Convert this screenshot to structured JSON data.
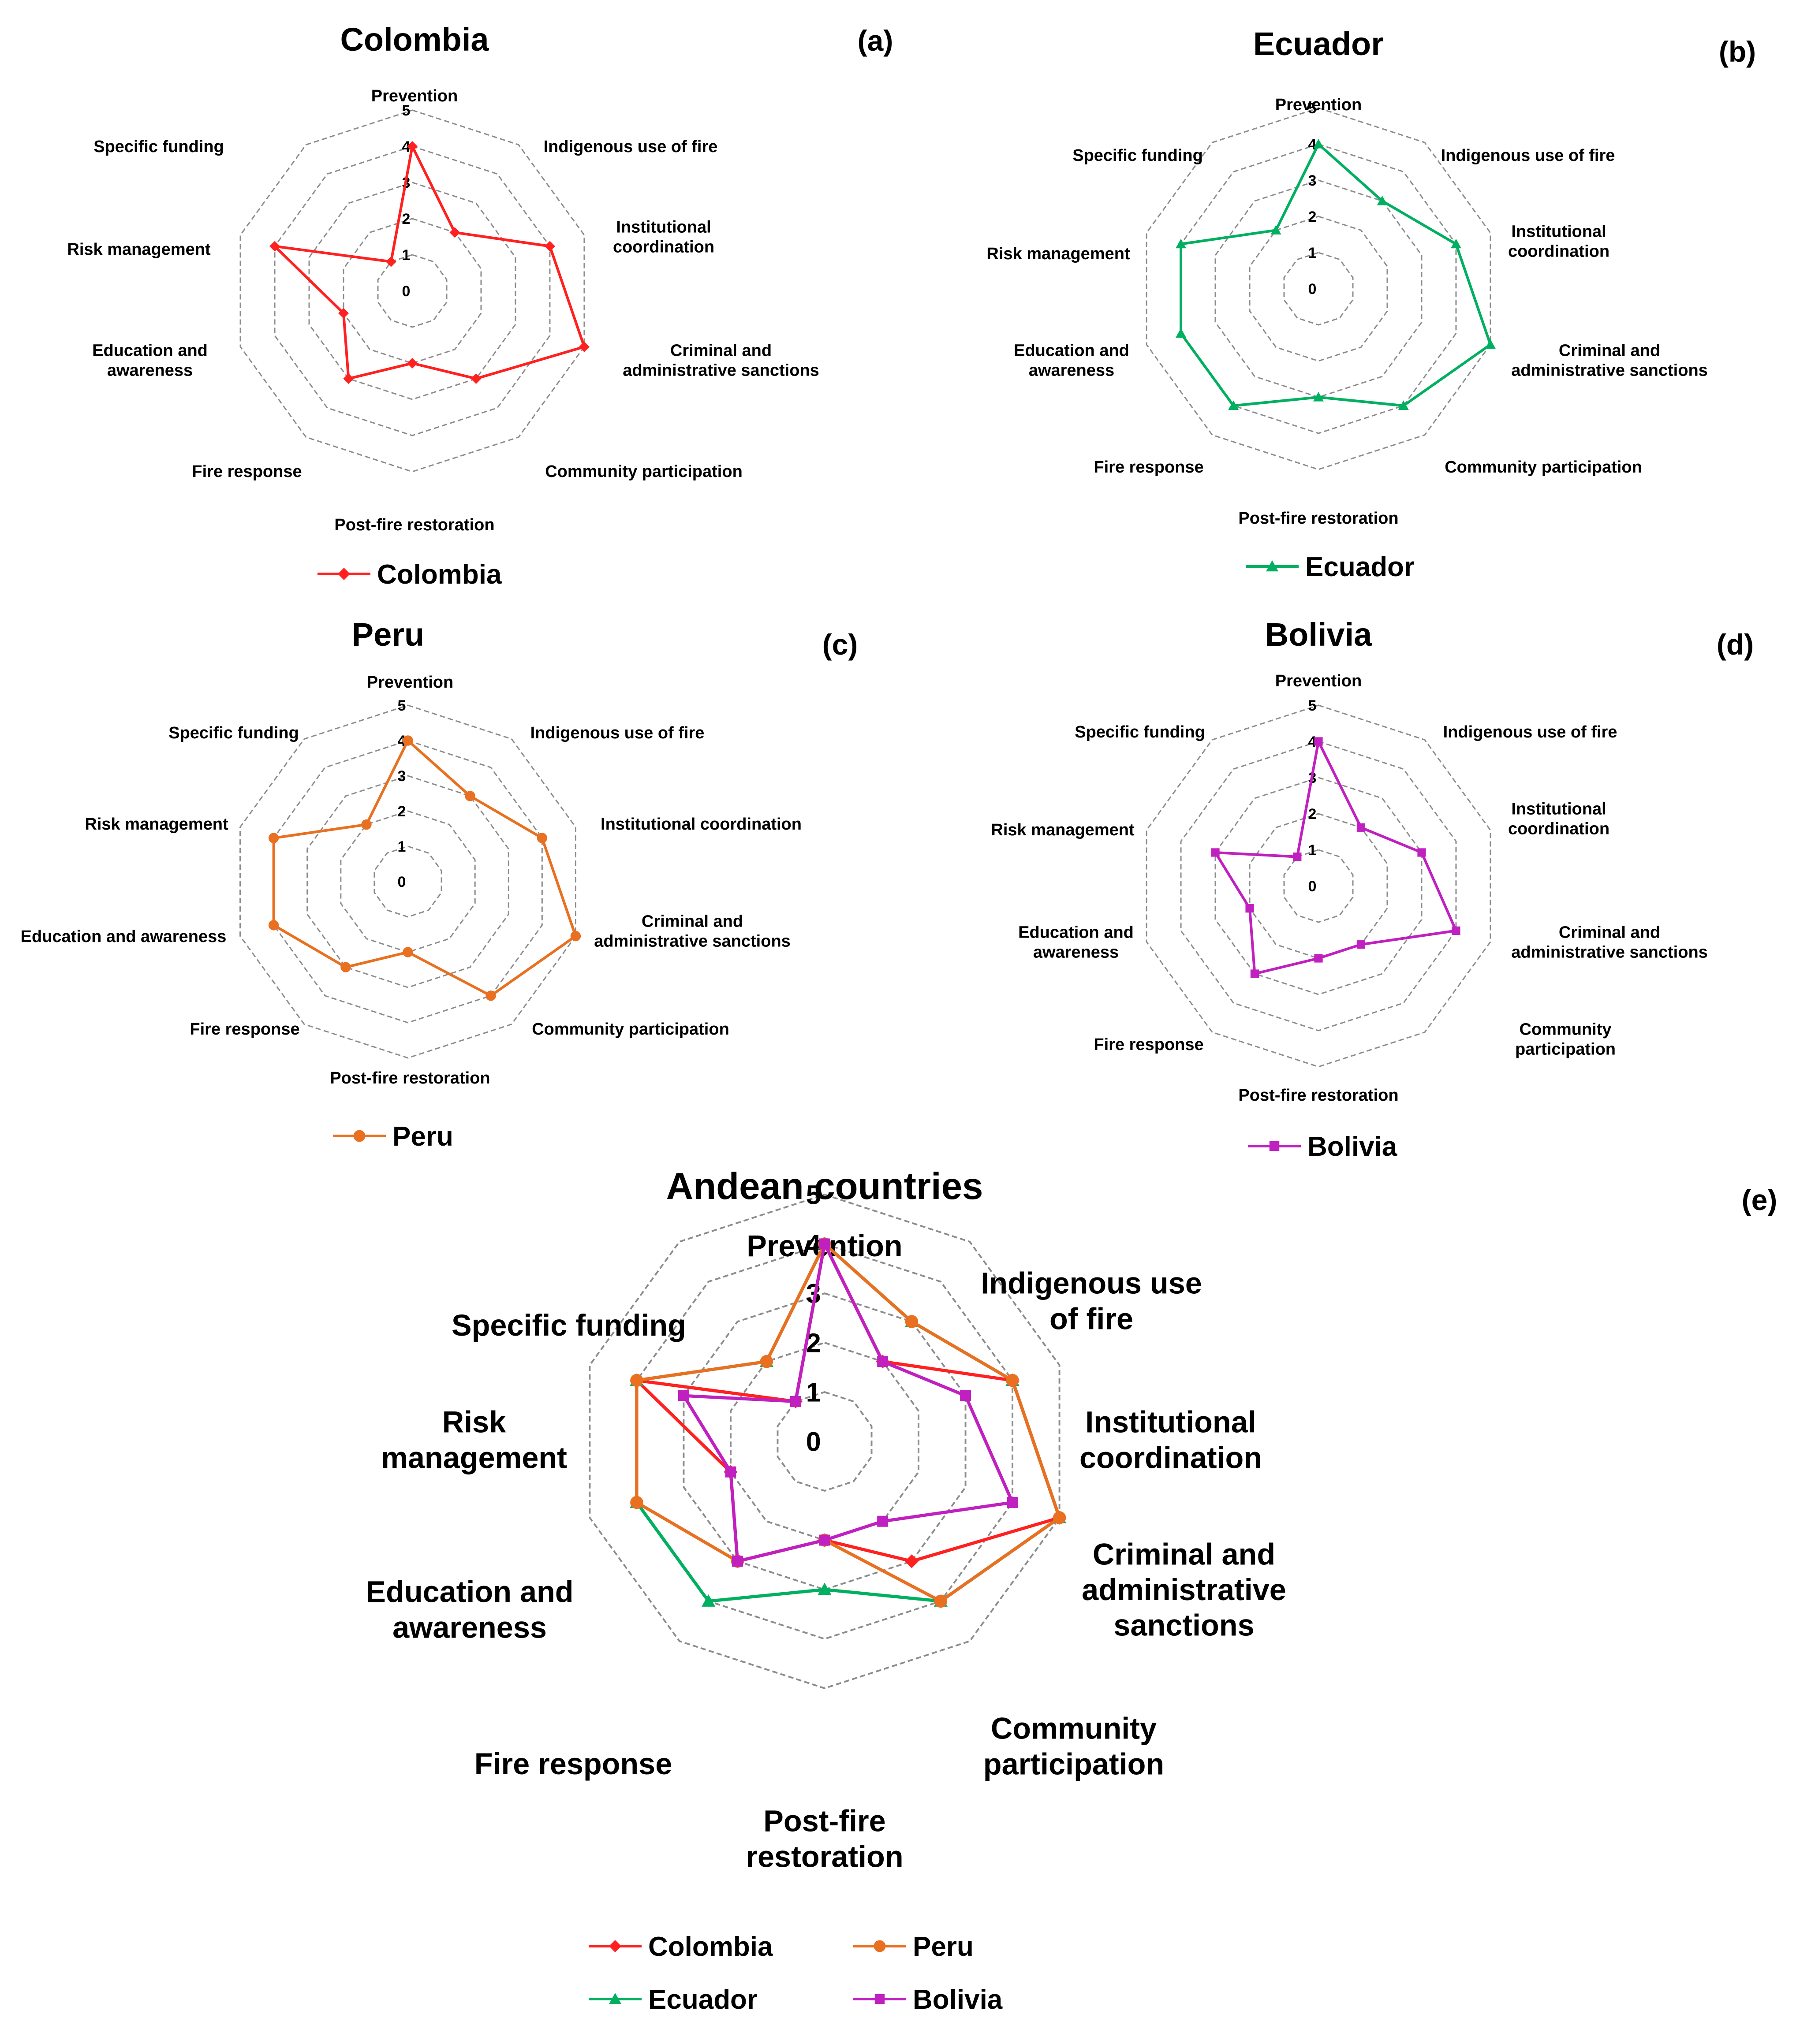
{
  "chart_data": [
    {
      "type": "radar",
      "panel": "(a)",
      "title": "Colombia",
      "axes": [
        "Prevention",
        "Indigenous use of fire",
        "Institutional coordination",
        "Criminal and administrative sanctions",
        "Community participation",
        "Post-fire restoration",
        "Fire response",
        "Education and awareness",
        "Risk management",
        "Specific funding"
      ],
      "rlim": [
        0,
        5
      ],
      "ticks": [
        "0",
        "1",
        "2",
        "3",
        "4",
        "5"
      ],
      "series": [
        {
          "name": "Colombia",
          "color": "#ff2020",
          "marker": "diamond",
          "values": [
            4,
            2,
            4,
            5,
            3,
            2,
            3,
            2,
            4,
            1
          ]
        }
      ],
      "legend": "bottom"
    },
    {
      "type": "radar",
      "panel": "(b)",
      "title": "Ecuador",
      "axes": [
        "Prevention",
        "Indigenous use of fire",
        "Institutional coordination",
        "Criminal and administrative sanctions",
        "Community participation",
        "Post-fire restoration",
        "Fire response",
        "Education and awareness",
        "Risk management",
        "Specific funding"
      ],
      "rlim": [
        0,
        5
      ],
      "ticks": [
        "0",
        "1",
        "2",
        "3",
        "4",
        "5"
      ],
      "series": [
        {
          "name": "Ecuador",
          "color": "#00b060",
          "marker": "triangle",
          "values": [
            4,
            3,
            4,
            5,
            4,
            3,
            4,
            4,
            4,
            2
          ]
        }
      ],
      "legend": "bottom"
    },
    {
      "type": "radar",
      "panel": "(c)",
      "title": "Peru",
      "axes": [
        "Prevention",
        "Indigenous use of fire",
        "Institutional coordination",
        "Criminal and administrative sanctions",
        "Community participation",
        "Post-fire restoration",
        "Fire response",
        "Education and awareness",
        "Risk management",
        "Specific funding"
      ],
      "rlim": [
        0,
        5
      ],
      "ticks": [
        "0",
        "1",
        "2",
        "3",
        "4",
        "5"
      ],
      "series": [
        {
          "name": "Peru",
          "color": "#e87020",
          "marker": "circle",
          "values": [
            4,
            3,
            4,
            5,
            4,
            2,
            3,
            4,
            4,
            2
          ]
        }
      ],
      "legend": "bottom"
    },
    {
      "type": "radar",
      "panel": "(d)",
      "title": "Bolivia",
      "axes": [
        "Prevention",
        "Indigenous use of fire",
        "Institutional coordination",
        "Criminal and administrative sanctions",
        "Community participation",
        "Post-fire restoration",
        "Fire response",
        "Education and awareness",
        "Risk management",
        "Specific funding"
      ],
      "rlim": [
        0,
        5
      ],
      "ticks": [
        "0",
        "1",
        "2",
        "3",
        "4",
        "5"
      ],
      "series": [
        {
          "name": "Bolivia",
          "color": "#c020c0",
          "marker": "square",
          "values": [
            4,
            2,
            3,
            4,
            2,
            2,
            3,
            2,
            3,
            1
          ]
        }
      ],
      "legend": "bottom"
    },
    {
      "type": "radar",
      "panel": "(e)",
      "title": "Andean countries",
      "axes": [
        "Prevention",
        "Indigenous use of fire",
        "Institutional coordination",
        "Criminal and administrative sanctions",
        "Community participation",
        "Post-fire restoration",
        "Fire response",
        "Education and awareness",
        "Risk management",
        "Specific funding"
      ],
      "rlim": [
        0,
        5
      ],
      "ticks": [
        "0",
        "1",
        "2",
        "3",
        "4",
        "5"
      ],
      "series": [
        {
          "name": "Colombia",
          "color": "#ff2020",
          "marker": "diamond",
          "values": [
            4,
            2,
            4,
            5,
            3,
            2,
            3,
            2,
            4,
            1
          ]
        },
        {
          "name": "Ecuador",
          "color": "#00b060",
          "marker": "triangle",
          "values": [
            4,
            3,
            4,
            5,
            4,
            3,
            4,
            4,
            4,
            2
          ]
        },
        {
          "name": "Peru",
          "color": "#e87020",
          "marker": "circle",
          "values": [
            4,
            3,
            4,
            5,
            4,
            2,
            3,
            4,
            4,
            2
          ]
        },
        {
          "name": "Bolivia",
          "color": "#c020c0",
          "marker": "square",
          "values": [
            4,
            2,
            3,
            4,
            2,
            2,
            3,
            2,
            3,
            1
          ]
        }
      ],
      "legend": "bottom"
    }
  ]
}
